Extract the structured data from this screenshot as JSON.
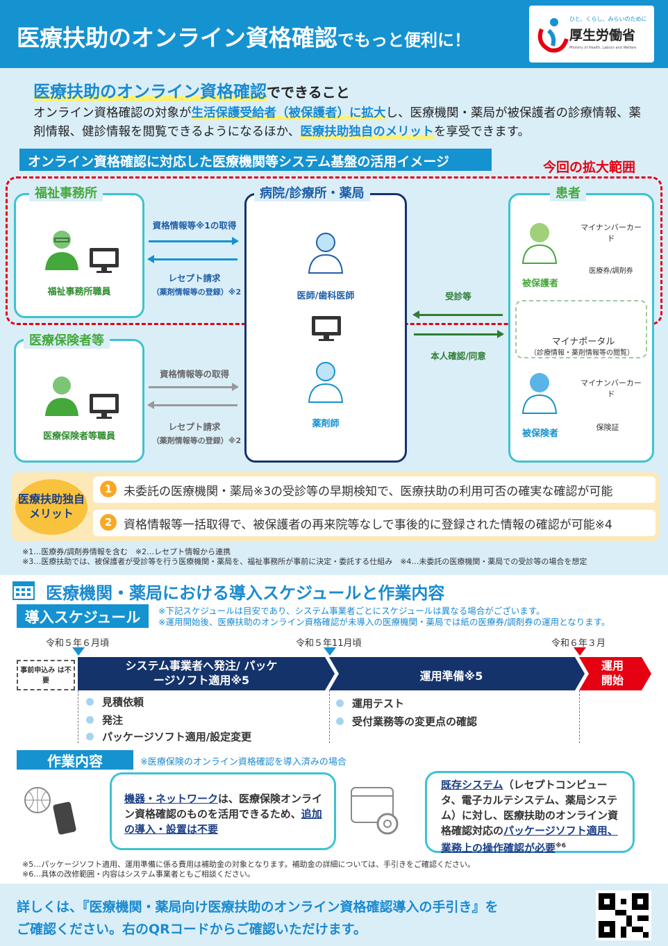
{
  "header": {
    "title_main": "医療扶助のオンライン資格確認",
    "title_sub": "でもっと便利に！",
    "logo": {
      "tagline": "ひと、くらし、みらいのために",
      "name": "厚生労働省",
      "en": "Ministry of Health, Labour and Welfare"
    }
  },
  "intro": {
    "title": "医療扶助のオンライン資格確認",
    "title_suffix": "でできること",
    "body_1": "オンライン資格確認の対象が",
    "body_em1": "生活保護受給者（被保護者）に拡大",
    "body_2": "し、医療機関・薬局が被保護者の診療情報、薬剤情報、健診情報を閲覧できるようになるほか、",
    "body_em2": "医療扶助独自のメリット",
    "body_3": "を享受できます。"
  },
  "diagram": {
    "label": "オンライン資格確認に対応した医療機関等システム基盤の活用イメージ",
    "range_label": "今回の拡大範囲",
    "welfare": {
      "title": "福祉事務所",
      "staff": "福祉事務所職員"
    },
    "insurer": {
      "title": "医療保険者等",
      "staff": "医療保険者等職員"
    },
    "hospital": {
      "title": "病院/診療所・薬局",
      "doctor": "医師/歯科医師",
      "pharmacist": "薬剤師"
    },
    "patient": {
      "title": "患者",
      "protected": "被保護者",
      "insured": "被保険者",
      "mynumber_card": "マイナンバーカード",
      "ticket": "医療券/調剤券",
      "insurance_card": "保険証",
      "portal": "マイナポータル",
      "portal_sub": "（診療情報・薬剤情報等の閲覧）"
    },
    "arrows": {
      "get_info_1": "資格情報等※1の取得",
      "receipt_1": "レセプト請求",
      "receipt_1_sub": "（薬剤情報等の登録）※2",
      "get_info_2": "資格情報等の取得",
      "receipt_2": "レセプト請求",
      "receipt_2_sub": "（薬剤情報等の登録）※2",
      "visit": "受診等",
      "consent": "本人確認/同意"
    }
  },
  "merit": {
    "badge": "医療扶助独自メリット",
    "items": [
      {
        "num": "1",
        "text": "未委託の医療機関・薬局※3の受診等の早期検知で、医療扶助の利用可否の確実な確認が可能"
      },
      {
        "num": "2",
        "text": "資格情報等一括取得で、被保護者の再来院等なしで事後的に登録された情報の確認が可能※4"
      }
    ]
  },
  "notes1": [
    "※1…医療券/調剤券情報を含む　※2…レセプト情報から連携",
    "※3…医療扶助では、被保護者が受診等を行う医療機関・薬局を、福祉事務所が事前に決定・委託する仕組み　※4…未委託の医療機関・薬局での受診等の場合を想定"
  ],
  "schedule": {
    "section_title": "医療機関・薬局における導入スケジュールと作業内容",
    "label": "導入スケジュール",
    "notes": [
      "※下記スケジュールは目安であり、システム事業者ごとにスケジュールは異なる場合がございます。",
      "※運用開始後、医療扶助のオンライン資格確認が未導入の医療機関・薬局では紙の医療券/調剤券の運用となります。"
    ],
    "dates": [
      "令和５年６月頃",
      "令和５年11月頃",
      "令和６年３月"
    ],
    "pre": "事前申込み は不要",
    "phases": [
      {
        "label": "システム事業者へ発注/ パッケージソフト適用※5",
        "color": "#14336b"
      },
      {
        "label": "運用準備※5",
        "color": "#14336b"
      },
      {
        "label": "運用 開始",
        "color": "#e50012"
      }
    ],
    "tasks_1": [
      "見積依頼",
      "発注",
      "パッケージソフト適用/設定変更"
    ],
    "tasks_2": [
      "運用テスト",
      "受付業務等の変更点の確認"
    ]
  },
  "work": {
    "label": "作業内容",
    "note": "※医療保険のオンライン資格確認を導入済みの場合",
    "bubble1": {
      "u1": "機器・ネットワーク",
      "t1": "は、医療保険オンライン資格確認のものを活用できるため、",
      "u2": "追加の導入・設置は不要"
    },
    "bubble2": {
      "u1": "既存システム",
      "t1": "（レセプトコンピュータ、電子カルテシステム、薬局システム）に対し、医療扶助のオンライン資格確認対応の",
      "u2": "パッケージソフト適用、業務上の操作確認が必要",
      "t2": "※6"
    }
  },
  "notes2": [
    "※5…パッケージソフト適用、運用準備に係る費用は補助金の対象となります。補助金の詳細については、手引きをご確認ください。",
    "※6…具体の改修範囲・内容はシステム事業者ともご相談ください。"
  ],
  "footer": {
    "line1": "詳しくは、『医療機関・薬局向け医療扶助のオンライン資格確認導入の手引き』を",
    "line2": "ご確認ください。右のQRコードからご確認いただけます。"
  },
  "colors": {
    "primary": "#1592d0",
    "navy": "#14336b",
    "accent_red": "#e50012",
    "teal": "#3cc3d0",
    "light_bg": "#daeef8"
  }
}
